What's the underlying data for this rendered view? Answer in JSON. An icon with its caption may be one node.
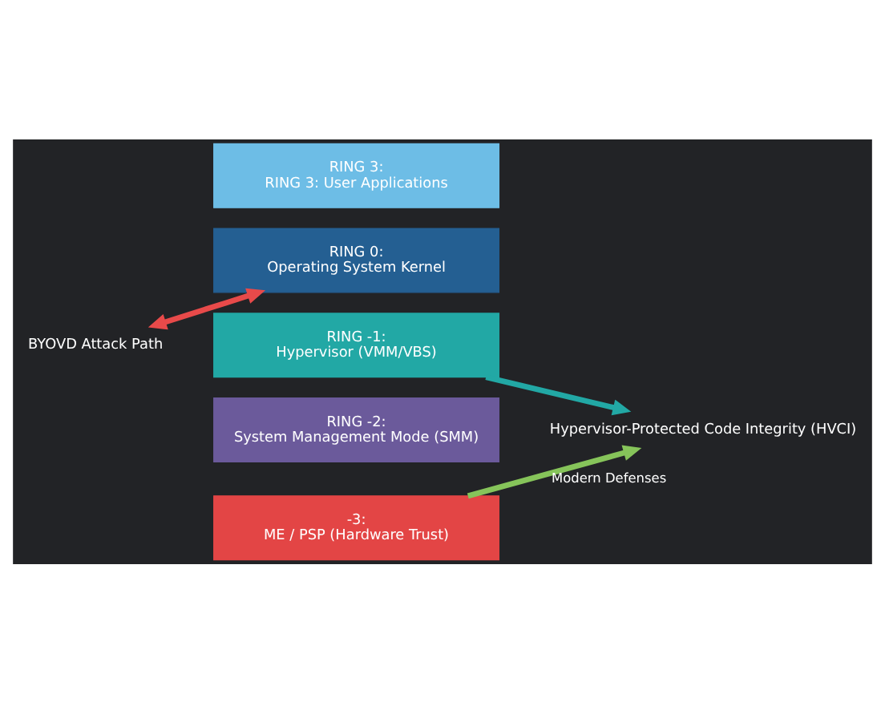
{
  "diagram": {
    "nodes": [
      {
        "text": [
          "RING 3:",
          "RING 3: User Applications"
        ]
      },
      {
        "text": [
          "RING 0:",
          "Operating System Kernel"
        ]
      },
      {
        "text": [
          "RING -1:",
          "Hypervisor (VMM/VBS)"
        ]
      },
      {
        "text": [
          "RING -2:",
          "System Management Mode (SMM)"
        ]
      },
      {
        "text": [
          "-3:",
          "ME / PSP (Hardware Trust)"
        ]
      },
      {
        "text": [
          "BYOVD Attack Path"
        ]
      },
      {
        "text": [
          "Hypervisor-Protected Code Integrity (HVCI)"
        ]
      }
    ],
    "edges": [
      {
        "from": 5,
        "to": 1,
        "arrow": "both",
        "color": "#e84a4a"
      },
      {
        "from": 2,
        "to": 6,
        "arrow": "to",
        "color": "#22a8a5"
      },
      {
        "from": 4,
        "to": 6,
        "arrow": "to",
        "label": "Modern Defenses",
        "color": "#86c45a"
      }
    ]
  }
}
